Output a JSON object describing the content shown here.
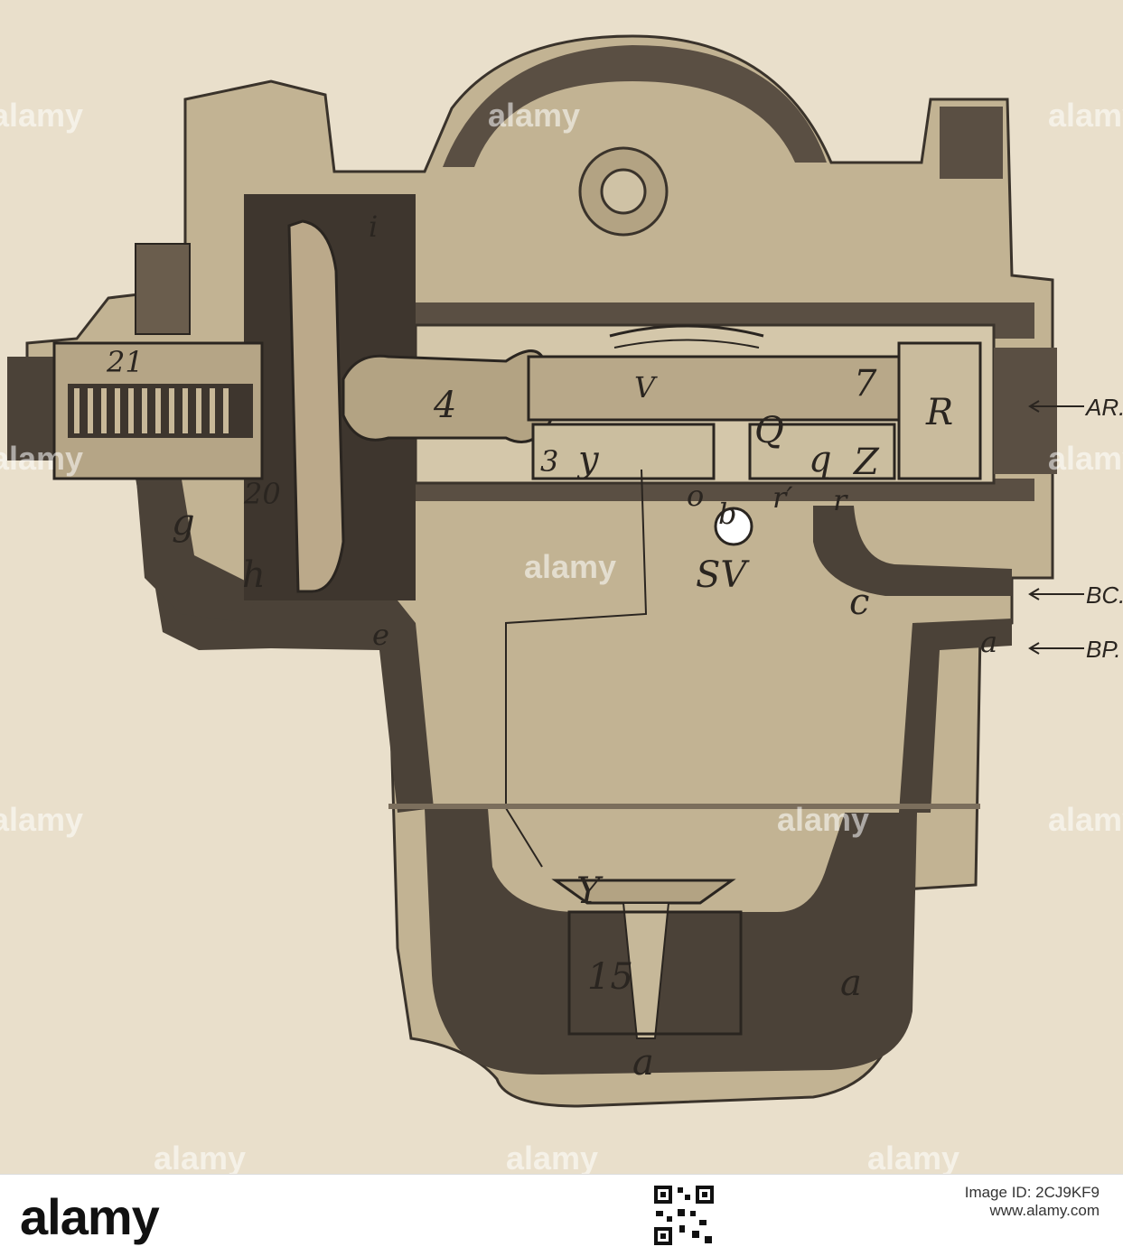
{
  "diagram": {
    "labels": {
      "i": "i",
      "n21": "21",
      "n20": "20",
      "g": "g",
      "h": "h",
      "n4": "4",
      "n3": "3",
      "y": "y",
      "V": "V",
      "n7": "7",
      "Q": "Q",
      "q": "q",
      "Z": "Z",
      "o": "o",
      "b": "b",
      "r_prime": "r′",
      "r": "r",
      "R": "R",
      "SV": "SV",
      "c": "c",
      "e": "e",
      "a_right": "a",
      "a_mid": "a",
      "a_bottom": "a",
      "Y": "Y",
      "n15": "15",
      "AR": "AR.",
      "BC": "BC.",
      "BP": "BP."
    }
  },
  "watermark": {
    "text": "alamy"
  },
  "footer": {
    "brand": "alamy",
    "id_label": "Image ID: 2CJ9KF9",
    "id_value": "2CJ9KF9",
    "url": "www.alamy.com"
  },
  "colors": {
    "paper": "#e9dfcb",
    "casting": "#c2b393",
    "passage": "#4b4238",
    "ink": "#2a2520"
  }
}
